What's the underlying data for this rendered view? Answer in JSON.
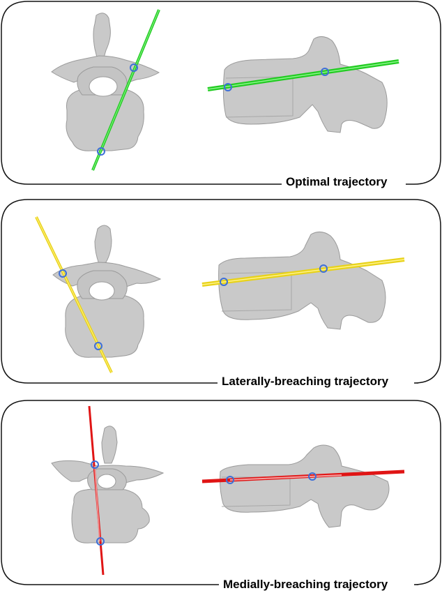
{
  "panels": [
    {
      "caption": "Optimal trajectory",
      "trajectory_color": "#22cc22"
    },
    {
      "caption": "Laterally-breaching trajectory",
      "trajectory_color": "#e8d21a"
    },
    {
      "caption": "Medially-breaching trajectory",
      "trajectory_color": "#e01515"
    }
  ],
  "colors": {
    "bone": "#c8c8c8",
    "bone_edge": "#9a9a9a",
    "marker": "#3d6fd8",
    "frame": "#111111"
  }
}
